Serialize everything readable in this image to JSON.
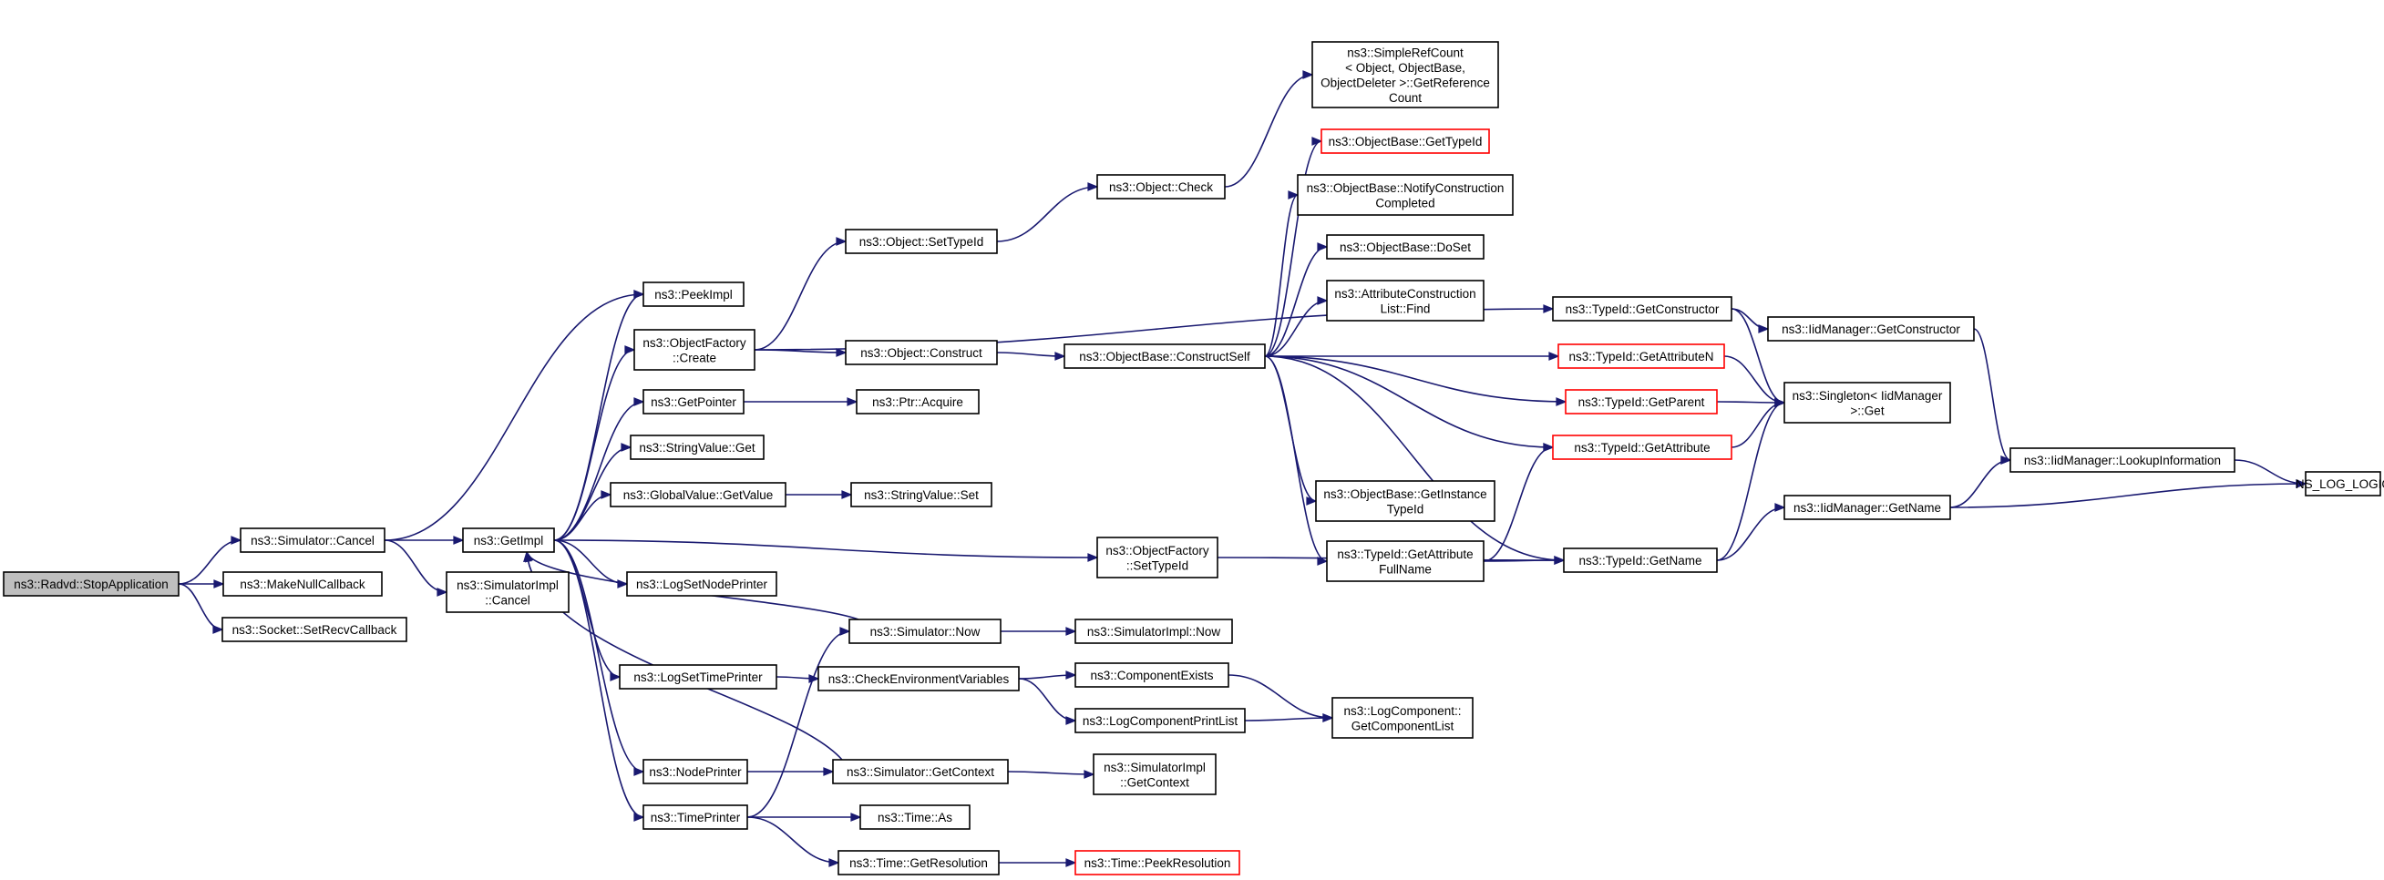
{
  "graph": {
    "colors": {
      "edge": "#191970",
      "node_border": "#000000",
      "truncated_border": "#ff0000",
      "root_fill": "#bfbfbf",
      "node_fill": "#ffffff"
    },
    "nodes": [
      {
        "id": "root",
        "lines": [
          "ns3::Radvd::StopApplication"
        ],
        "style": "root"
      },
      {
        "id": "simCancel",
        "lines": [
          "ns3::Simulator::Cancel"
        ]
      },
      {
        "id": "makeNull",
        "lines": [
          "ns3::MakeNullCallback"
        ]
      },
      {
        "id": "setRecv",
        "lines": [
          "ns3::Socket::SetRecvCallback"
        ]
      },
      {
        "id": "getImpl",
        "lines": [
          "ns3::GetImpl"
        ]
      },
      {
        "id": "simImplCancel",
        "lines": [
          "ns3::SimulatorImpl",
          "::Cancel"
        ]
      },
      {
        "id": "peekImpl",
        "lines": [
          "ns3::PeekImpl"
        ]
      },
      {
        "id": "ofCreate",
        "lines": [
          "ns3::ObjectFactory",
          "::Create"
        ]
      },
      {
        "id": "getPointer",
        "lines": [
          "ns3::GetPointer"
        ]
      },
      {
        "id": "svGet",
        "lines": [
          "ns3::StringValue::Get"
        ]
      },
      {
        "id": "gvGetValue",
        "lines": [
          "ns3::GlobalValue::GetValue"
        ]
      },
      {
        "id": "logSetNode",
        "lines": [
          "ns3::LogSetNodePrinter"
        ]
      },
      {
        "id": "logSetTime",
        "lines": [
          "ns3::LogSetTimePrinter"
        ]
      },
      {
        "id": "nodePrinter",
        "lines": [
          "ns3::NodePrinter"
        ]
      },
      {
        "id": "timePrinter",
        "lines": [
          "ns3::TimePrinter"
        ]
      },
      {
        "id": "objSetTypeId",
        "lines": [
          "ns3::Object::SetTypeId"
        ]
      },
      {
        "id": "objConstruct",
        "lines": [
          "ns3::Object::Construct"
        ]
      },
      {
        "id": "ptrAcquire",
        "lines": [
          "ns3::Ptr::Acquire"
        ]
      },
      {
        "id": "svSet",
        "lines": [
          "ns3::StringValue::Set"
        ]
      },
      {
        "id": "simNow",
        "lines": [
          "ns3::Simulator::Now"
        ]
      },
      {
        "id": "checkEnv",
        "lines": [
          "ns3::CheckEnvironmentVariables"
        ]
      },
      {
        "id": "simGetContext",
        "lines": [
          "ns3::Simulator::GetContext"
        ]
      },
      {
        "id": "timeAs",
        "lines": [
          "ns3::Time::As"
        ]
      },
      {
        "id": "timeGetRes",
        "lines": [
          "ns3::Time::GetResolution"
        ]
      },
      {
        "id": "objCheck",
        "lines": [
          "ns3::Object::Check"
        ]
      },
      {
        "id": "obConstructSelf",
        "lines": [
          "ns3::ObjectBase::ConstructSelf"
        ]
      },
      {
        "id": "ofSetTypeId",
        "lines": [
          "ns3::ObjectFactory",
          "::SetTypeId"
        ]
      },
      {
        "id": "simImplNow",
        "lines": [
          "ns3::SimulatorImpl::Now"
        ]
      },
      {
        "id": "compExists",
        "lines": [
          "ns3::ComponentExists"
        ]
      },
      {
        "id": "logCompPrint",
        "lines": [
          "ns3::LogComponentPrintList"
        ]
      },
      {
        "id": "simImplGetContext",
        "lines": [
          "ns3::SimulatorImpl",
          "::GetContext"
        ]
      },
      {
        "id": "timePeekRes",
        "lines": [
          "ns3::Time::PeekResolution"
        ],
        "style": "red"
      },
      {
        "id": "srcGetRef",
        "lines": [
          "ns3::SimpleRefCount",
          "< Object, ObjectBase,",
          "ObjectDeleter >::GetReference",
          "Count"
        ]
      },
      {
        "id": "obGetTypeId",
        "lines": [
          "ns3::ObjectBase::GetTypeId"
        ],
        "style": "red"
      },
      {
        "id": "obNotify",
        "lines": [
          "ns3::ObjectBase::NotifyConstruction",
          "Completed"
        ]
      },
      {
        "id": "obDoSet",
        "lines": [
          "ns3::ObjectBase::DoSet"
        ]
      },
      {
        "id": "acFind",
        "lines": [
          "ns3::AttributeConstruction",
          "List::Find"
        ]
      },
      {
        "id": "obGetInstance",
        "lines": [
          "ns3::ObjectBase::GetInstance",
          "TypeId"
        ]
      },
      {
        "id": "tidGetAttrFull",
        "lines": [
          "ns3::TypeId::GetAttribute",
          "FullName"
        ]
      },
      {
        "id": "logCompGetList",
        "lines": [
          "ns3::LogComponent::",
          "GetComponentList"
        ]
      },
      {
        "id": "tidGetCtor",
        "lines": [
          "ns3::TypeId::GetConstructor"
        ]
      },
      {
        "id": "tidGetAttrN",
        "lines": [
          "ns3::TypeId::GetAttributeN"
        ],
        "style": "red"
      },
      {
        "id": "tidGetParent",
        "lines": [
          "ns3::TypeId::GetParent"
        ],
        "style": "red"
      },
      {
        "id": "tidGetAttr",
        "lines": [
          "ns3::TypeId::GetAttribute"
        ],
        "style": "red"
      },
      {
        "id": "tidGetName",
        "lines": [
          "ns3::TypeId::GetName"
        ]
      },
      {
        "id": "iidGetCtor",
        "lines": [
          "ns3::IidManager::GetConstructor"
        ]
      },
      {
        "id": "singletonGet",
        "lines": [
          "ns3::Singleton< IidManager",
          ">::Get"
        ]
      },
      {
        "id": "iidGetName",
        "lines": [
          "ns3::IidManager::GetName"
        ]
      },
      {
        "id": "iidLookup",
        "lines": [
          "ns3::IidManager::LookupInformation"
        ]
      },
      {
        "id": "nsLogLogic",
        "lines": [
          "NS_LOG_LOGIC"
        ]
      }
    ],
    "edges": [
      [
        "root",
        "simCancel"
      ],
      [
        "root",
        "makeNull"
      ],
      [
        "root",
        "setRecv"
      ],
      [
        "simCancel",
        "getImpl"
      ],
      [
        "simCancel",
        "simImplCancel"
      ],
      [
        "simCancel",
        "peekImpl"
      ],
      [
        "getImpl",
        "peekImpl"
      ],
      [
        "getImpl",
        "ofCreate"
      ],
      [
        "getImpl",
        "getPointer"
      ],
      [
        "getImpl",
        "svGet"
      ],
      [
        "getImpl",
        "gvGetValue"
      ],
      [
        "getImpl",
        "logSetNode"
      ],
      [
        "getImpl",
        "logSetTime"
      ],
      [
        "getImpl",
        "nodePrinter"
      ],
      [
        "getImpl",
        "timePrinter"
      ],
      [
        "getImpl",
        "ofSetTypeId"
      ],
      [
        "ofCreate",
        "objSetTypeId"
      ],
      [
        "ofCreate",
        "objConstruct"
      ],
      [
        "ofCreate",
        "tidGetCtor"
      ],
      [
        "getPointer",
        "ptrAcquire"
      ],
      [
        "gvGetValue",
        "svSet"
      ],
      [
        "logSetTime",
        "checkEnv"
      ],
      [
        "nodePrinter",
        "simGetContext"
      ],
      [
        "timePrinter",
        "simNow"
      ],
      [
        "timePrinter",
        "timeAs"
      ],
      [
        "timePrinter",
        "timeGetRes"
      ],
      [
        "simNow",
        "getImpl"
      ],
      [
        "simGetContext",
        "getImpl"
      ],
      [
        "objSetTypeId",
        "objCheck"
      ],
      [
        "objCheck",
        "srcGetRef"
      ],
      [
        "objConstruct",
        "obConstructSelf"
      ],
      [
        "simNow",
        "simImplNow"
      ],
      [
        "checkEnv",
        "compExists"
      ],
      [
        "checkEnv",
        "logCompPrint"
      ],
      [
        "simGetContext",
        "simImplGetContext"
      ],
      [
        "timeGetRes",
        "timePeekRes"
      ],
      [
        "obConstructSelf",
        "obGetTypeId"
      ],
      [
        "obConstructSelf",
        "obNotify"
      ],
      [
        "obConstructSelf",
        "obDoSet"
      ],
      [
        "obConstructSelf",
        "acFind"
      ],
      [
        "obConstructSelf",
        "obGetInstance"
      ],
      [
        "obConstructSelf",
        "tidGetAttrFull"
      ],
      [
        "obConstructSelf",
        "tidGetAttrN"
      ],
      [
        "obConstructSelf",
        "tidGetParent"
      ],
      [
        "obConstructSelf",
        "tidGetAttr"
      ],
      [
        "obConstructSelf",
        "tidGetName"
      ],
      [
        "ofSetTypeId",
        "tidGetName"
      ],
      [
        "compExists",
        "logCompGetList"
      ],
      [
        "logCompPrint",
        "logCompGetList"
      ],
      [
        "tidGetAttrFull",
        "tidGetAttr"
      ],
      [
        "tidGetAttrFull",
        "tidGetName"
      ],
      [
        "tidGetCtor",
        "iidGetCtor"
      ],
      [
        "tidGetCtor",
        "singletonGet"
      ],
      [
        "tidGetAttrN",
        "singletonGet"
      ],
      [
        "tidGetParent",
        "singletonGet"
      ],
      [
        "tidGetAttr",
        "singletonGet"
      ],
      [
        "tidGetName",
        "singletonGet"
      ],
      [
        "tidGetName",
        "iidGetName"
      ],
      [
        "iidGetCtor",
        "iidLookup"
      ],
      [
        "iidGetName",
        "iidLookup"
      ],
      [
        "iidGetName",
        "nsLogLogic"
      ],
      [
        "iidLookup",
        "nsLogLogic"
      ]
    ]
  }
}
